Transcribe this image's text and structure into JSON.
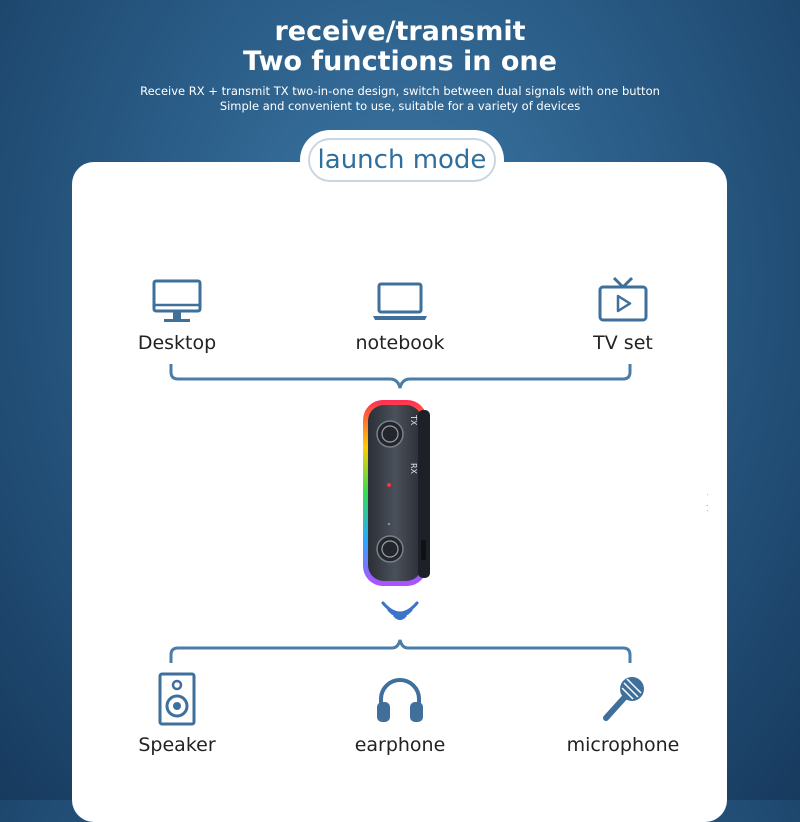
{
  "header": {
    "title_line1": "receive/transmit",
    "title_line2": "Two functions in one",
    "subtitle_line1": "Receive RX + transmit TX two-in-one design, switch between dual signals with one button",
    "subtitle_line2": "Simple and convenient to use, suitable for a variety of devices"
  },
  "mode": {
    "label": "launch mode"
  },
  "sources": [
    {
      "label": "Desktop",
      "icon": "desktop-monitor-icon"
    },
    {
      "label": "notebook",
      "icon": "laptop-icon"
    },
    {
      "label": "TV set",
      "icon": "tv-icon"
    }
  ],
  "device": {
    "side_label_tx": "TX",
    "side_label_rx": "RX",
    "led_colors": [
      "#ff2d55",
      "#ffcc00",
      "#33dd55",
      "#2aa8ff",
      "#b44dff"
    ]
  },
  "outputs": [
    {
      "label": "Speaker",
      "icon": "speaker-icon"
    },
    {
      "label": "earphone",
      "icon": "headphones-icon"
    },
    {
      "label": "microphone",
      "icon": "microphone-icon"
    }
  ],
  "colors": {
    "accent": "#2f6f9e",
    "icon_blue": "#3f6f9b",
    "brace_blue": "#4a7ea8"
  }
}
